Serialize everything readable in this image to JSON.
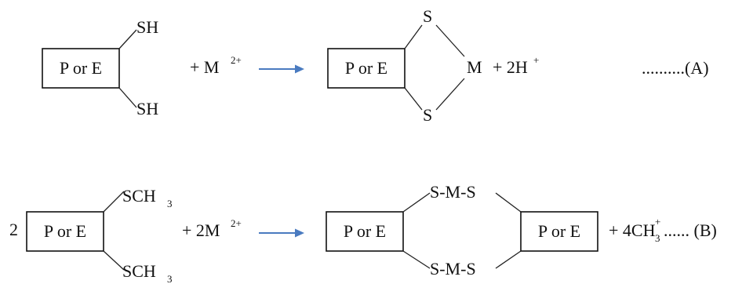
{
  "colors": {
    "text": "#111111",
    "arrow": "#4a7bc0",
    "background": "#ffffff"
  },
  "reaction_a": {
    "reactant_box": "P or E",
    "reactant_top_group": "SH",
    "reactant_bottom_group": "SH",
    "plus_metal": "+ M",
    "metal_charge": "2+",
    "arrow_icon": "right-arrow",
    "product_box": "P or E",
    "product_top_atom": "S",
    "product_bottom_atom": "S",
    "product_metal": "M",
    "plus_hydrogen": "+ 2H",
    "hydrogen_charge": "+",
    "label": "..........(A)"
  },
  "reaction_b": {
    "coefficient": "2",
    "reactant_box": "P or E",
    "reactant_top_group": "SCH",
    "reactant_top_subscript": "3",
    "reactant_bottom_group": "SCH",
    "reactant_bottom_subscript": "3",
    "plus_metal": "+ 2M",
    "metal_charge": "2+",
    "arrow_icon": "right-arrow",
    "product_left_box": "P or E",
    "product_top_bridge": "S-M-S",
    "product_bottom_bridge": "S-M-S",
    "product_right_box": "P or E",
    "plus_methyl": "+ 4CH",
    "methyl_charge": "+",
    "methyl_subscript": "3",
    "label": "...... (B)"
  }
}
